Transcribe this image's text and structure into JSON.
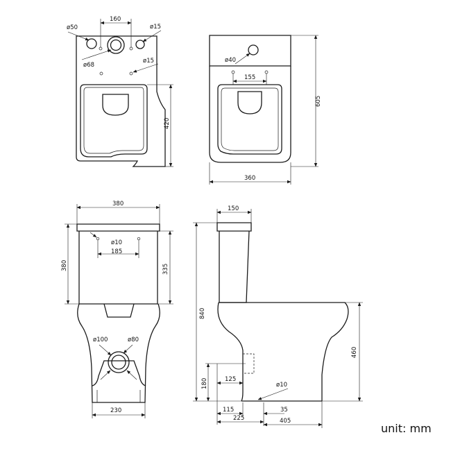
{
  "unit_label": "unit: mm",
  "top_view_toilet": {
    "d_50": "ø50",
    "d_160": "160",
    "d_15_top": "ø15",
    "d_68": "ø68",
    "d_15_mid": "ø15",
    "d_420": "420"
  },
  "top_view_tank": {
    "d_40": "ø40",
    "d_155": "155",
    "d_605": "605",
    "d_360": "360"
  },
  "rear_view": {
    "d_380_width": "380",
    "d_380_height": "380",
    "d_10": "ø10",
    "d_185": "185",
    "d_335": "335",
    "d_100": "ø100",
    "d_80": "ø80",
    "d_230": "230"
  },
  "side_view": {
    "d_150": "150",
    "d_840": "840",
    "d_460": "460",
    "d_180": "180",
    "d_125": "125",
    "d_10": "ø10",
    "d_115": "115",
    "d_35": "35",
    "d_225": "225",
    "d_405": "405"
  }
}
